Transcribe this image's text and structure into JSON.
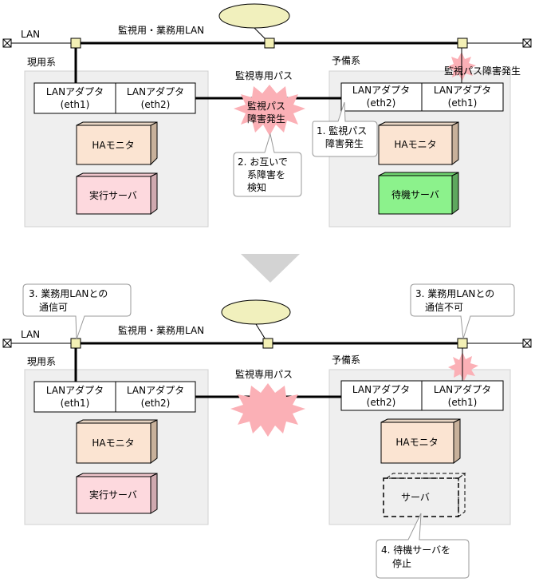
{
  "top": {
    "lan_label": "LAN",
    "network_label": "監視用・業務用LAN",
    "active_system": "現用系",
    "standby_system": "予備系",
    "monitor_path_label": "監視専用パス",
    "active_adapter1": [
      "LANアダプタ",
      "(eth1)"
    ],
    "active_adapter2": [
      "LANアダプタ",
      "(eth2)"
    ],
    "standby_adapter2": [
      "LANアダプタ",
      "(eth2)"
    ],
    "standby_adapter1": [
      "LANアダプタ",
      "(eth1)"
    ],
    "fault_center": [
      "監視パス",
      "障害発生"
    ],
    "fault_right": "監視パス障害発生",
    "ha_monitor": "HAモニタ",
    "active_server": "実行サーバ",
    "standby_server": "待機サーバ",
    "callout1": [
      "1. 監視パス",
      "障害発生"
    ],
    "callout2": [
      "2. お互いで",
      "系障害を",
      "検知"
    ]
  },
  "bottom": {
    "lan_label": "LAN",
    "network_label": "監視用・業務用LAN",
    "active_system": "現用系",
    "standby_system": "予備系",
    "monitor_path_label": "監視専用パス",
    "active_adapter1": [
      "LANアダプタ",
      "(eth1)"
    ],
    "active_adapter2": [
      "LANアダプタ",
      "(eth2)"
    ],
    "standby_adapter2": [
      "LANアダプタ",
      "(eth2)"
    ],
    "standby_adapter1": [
      "LANアダプタ",
      "(eth1)"
    ],
    "ha_monitor": "HAモニタ",
    "active_server": "実行サーバ",
    "stopped_server": "サーバ",
    "callout3_left": [
      "3. 業務用LANとの",
      "通信可"
    ],
    "callout3_right": [
      "3. 業務用LANとの",
      "通信不可"
    ],
    "callout4": [
      "4. 待機サーバを",
      "停止"
    ]
  },
  "colors": {
    "system_box": "#efefef",
    "hub_fill": "#f3f0b5",
    "cloud_fill": "#f1f0bd",
    "ha_front": "#fbe4d2",
    "ha_side": "#c8b19b",
    "active_server_front": "#fdd9de",
    "active_server_side": "#cfa9af",
    "standby_server_front": "#8cf28c",
    "standby_server_side": "#5ea85e",
    "fault": "#fbb0b6",
    "arrow": "#d3d3d3"
  }
}
